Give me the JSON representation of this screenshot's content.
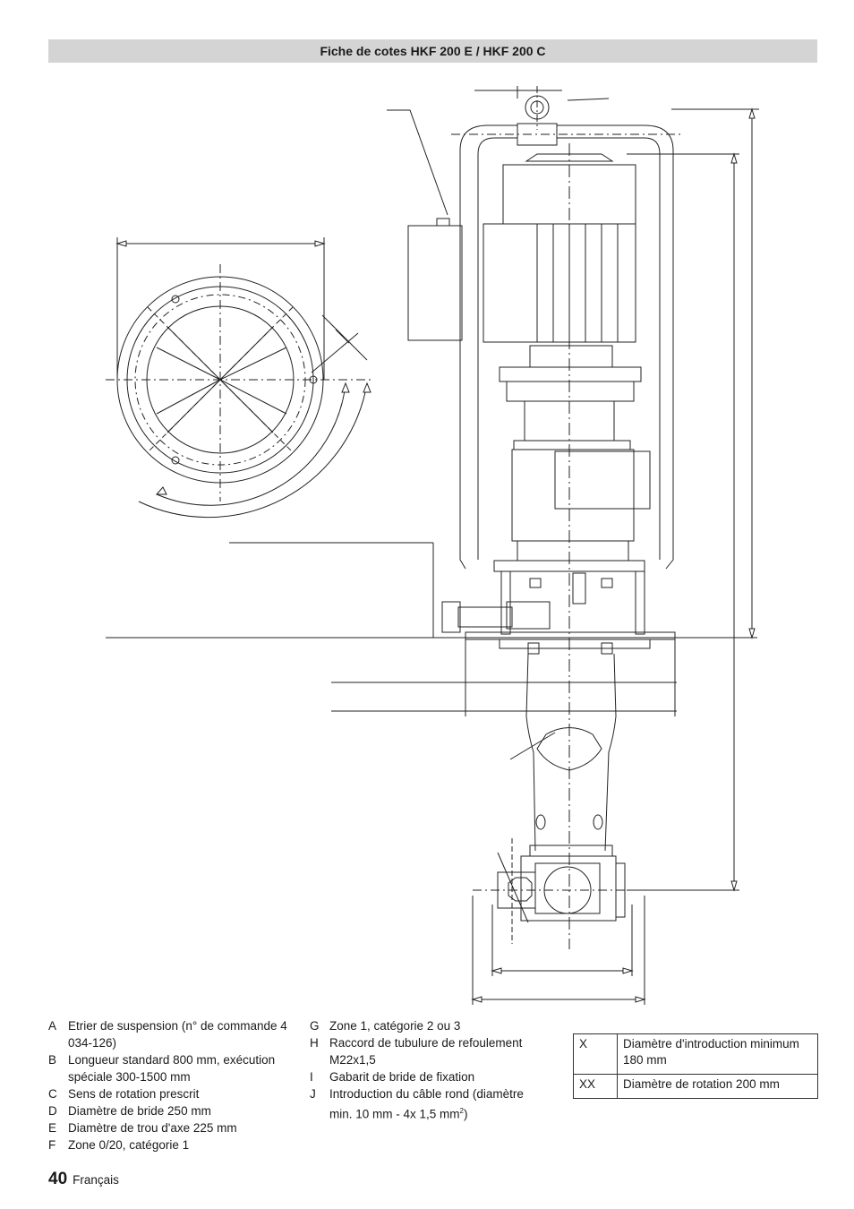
{
  "header": {
    "title": "Fiche de cotes HKF 200 E / HKF 200 C"
  },
  "legend_left": [
    {
      "key": "A",
      "text": "Etrier de suspension (n° de commande 4 034-126)"
    },
    {
      "key": "B",
      "text": "Longueur standard 800 mm, exécution spéciale 300-1500 mm"
    },
    {
      "key": "C",
      "text": "Sens de rotation prescrit"
    },
    {
      "key": "D",
      "text": "Diamètre de bride 250 mm"
    },
    {
      "key": "E",
      "text": "Diamètre de trou d'axe 225 mm"
    },
    {
      "key": "F",
      "text": "Zone 0/20, catégorie 1"
    }
  ],
  "legend_right": [
    {
      "key": "G",
      "text": "Zone 1, catégorie 2 ou 3"
    },
    {
      "key": "H",
      "text": "Raccord de tubulure de refoulement M22x1,5"
    },
    {
      "key": "I",
      "text": "Gabarit de bride de fixation"
    },
    {
      "key": "J",
      "text": "Introduction du câble rond (diamètre min. 10 mm - 4x 1,5 mm",
      "sup": "2",
      "after": ")"
    }
  ],
  "dimension_table": [
    {
      "key": "X",
      "text": "Diamètre d'introduction minimum 180 mm"
    },
    {
      "key": "XX",
      "text": "Diamètre de rotation 200 mm"
    }
  ],
  "footer": {
    "page_number": "40",
    "language": "Français"
  }
}
